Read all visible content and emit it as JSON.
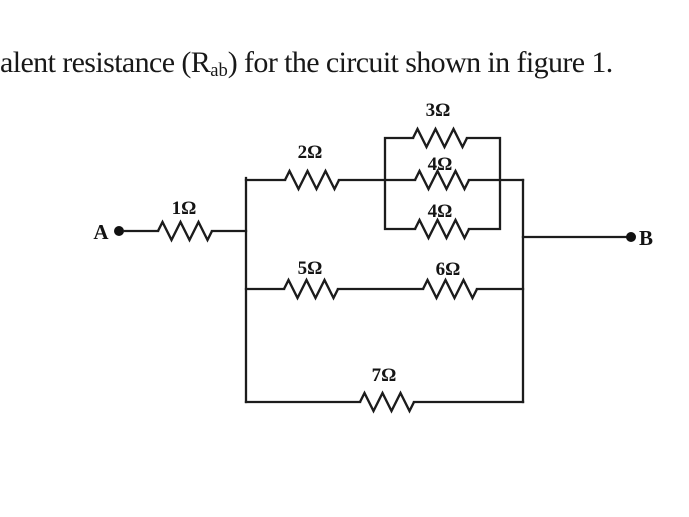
{
  "colors": {
    "background": "#ffffff",
    "ink": "#1c1c1c"
  },
  "problem_statement": {
    "prefix": "alent resistance (R",
    "subscript": "ab",
    "suffix": ") for the circuit shown in figure 1."
  },
  "figure": {
    "terminals": [
      {
        "id": "A",
        "label": "A"
      },
      {
        "id": "B",
        "label": "B"
      }
    ],
    "resistors": [
      {
        "id": "R1",
        "label": "1Ω",
        "ohms": 1,
        "location": "series-lead-from-A"
      },
      {
        "id": "R2",
        "label": "2Ω",
        "ohms": 2,
        "location": "top-branch-series"
      },
      {
        "id": "R3",
        "label": "3Ω",
        "ohms": 3,
        "location": "parallel-box-top"
      },
      {
        "id": "R4",
        "label": "4Ω",
        "ohms": 4,
        "location": "parallel-box-middle"
      },
      {
        "id": "R5",
        "label": "4Ω",
        "ohms": 4,
        "location": "parallel-box-bottom"
      },
      {
        "id": "R6",
        "label": "5Ω",
        "ohms": 5,
        "location": "middle-branch-left"
      },
      {
        "id": "R7",
        "label": "6Ω",
        "ohms": 6,
        "location": "middle-branch-right"
      },
      {
        "id": "R8",
        "label": "7Ω",
        "ohms": 7,
        "location": "bottom-branch"
      }
    ]
  }
}
